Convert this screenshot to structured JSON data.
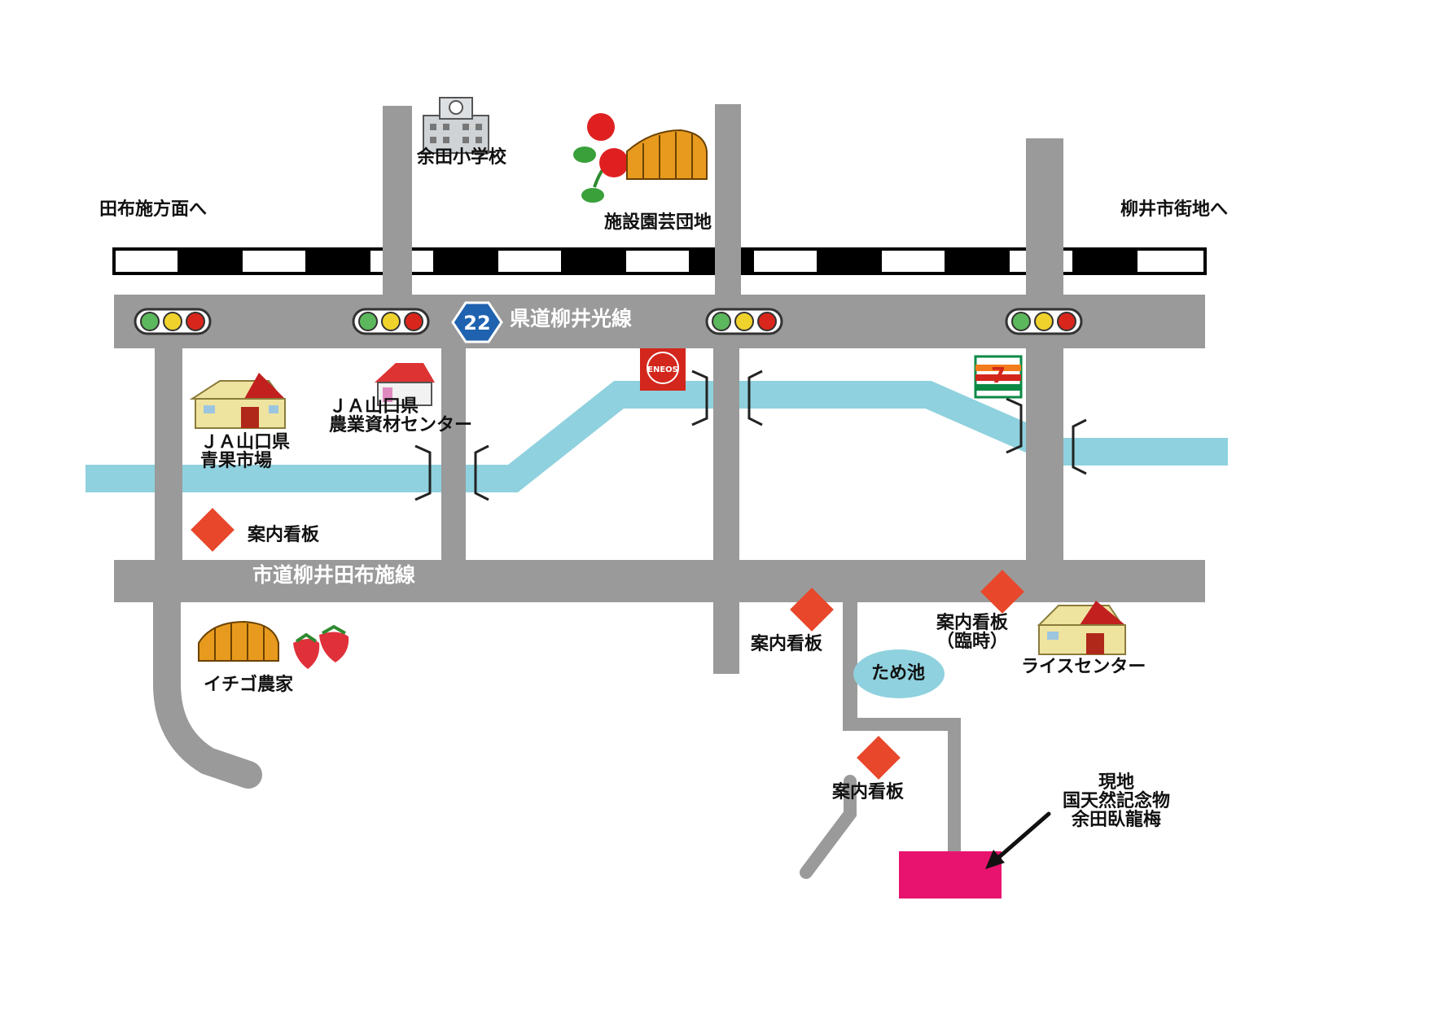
{
  "map": {
    "direction_west": "田布施方面へ",
    "direction_east": "柳井市街地へ",
    "prefectural_road": {
      "number": "22",
      "name": "県道柳井光線"
    },
    "city_road": "市道柳井田布施線",
    "landmarks": {
      "school": "余田小学校",
      "greenhouse_complex": "施設園芸団地",
      "ja_materials_center": [
        "ＪＡ山口県",
        "農業資材センター"
      ],
      "ja_produce_market": [
        "ＪＡ山口県",
        "青果市場"
      ],
      "strawberry_farm": "イチゴ農家",
      "rice_center": "ライスセンター",
      "pond": "ため池",
      "gas_station_logo": "ENEOS",
      "convenience_store_logo": "7"
    },
    "signs": {
      "sign_1": "案内看板",
      "sign_2": "案内看板",
      "sign_3": [
        "案内看板",
        "（臨時）"
      ],
      "sign_4": "案内看板"
    },
    "destination": [
      "現地",
      "国天然記念物",
      "余田臥龍梅"
    ]
  },
  "colors": {
    "road": "#9a9a9a",
    "river": "#8fd1de",
    "sign": "#e8472b",
    "destination": "#e8136f",
    "shield": "#1e62b0"
  }
}
